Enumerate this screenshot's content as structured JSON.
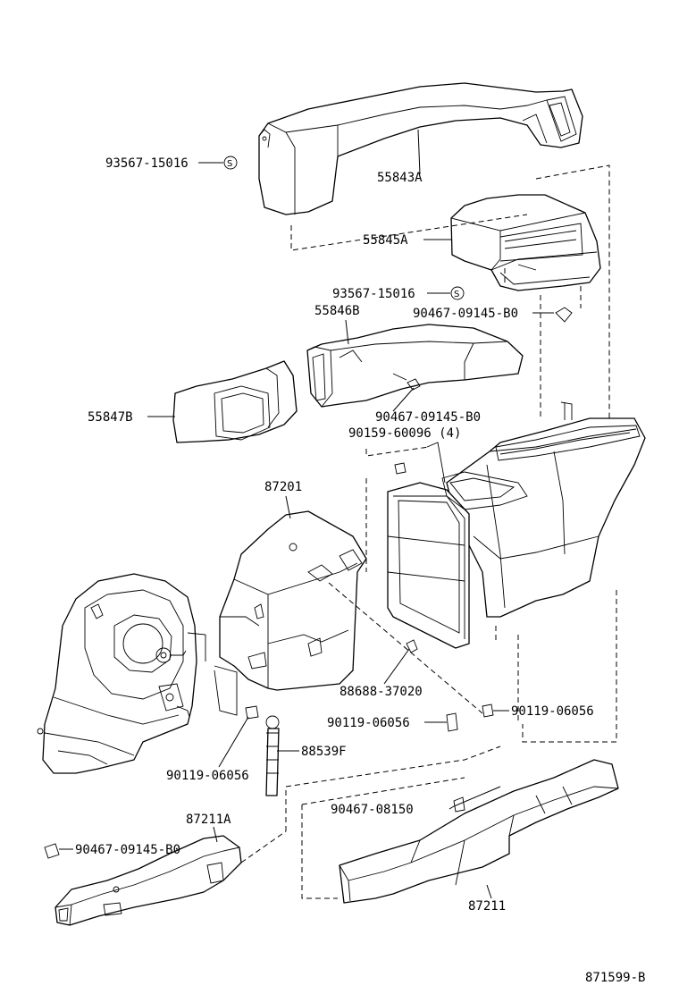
{
  "labels": {
    "l_93567_a": "93567-15016",
    "l_55843a": "55843A",
    "l_55845a": "55845A",
    "l_93567_b": "93567-15016",
    "l_90467_a": "90467-09145-B0",
    "l_55846b": "55846B",
    "l_55847b": "55847B",
    "l_90467_b": "90467-09145-B0",
    "l_90159": "90159-60096 (4)",
    "l_87201": "87201",
    "l_88688": "88688-37020",
    "l_90119_a": "90119-06056",
    "l_90119_b": "90119-06056",
    "l_88539f": "88539F",
    "l_90119_c": "90119-06056",
    "l_90467_c": "90467-08150",
    "l_87211a": "87211A",
    "l_90467_d": "90467-09145-B0",
    "l_87211": "87211",
    "l_ref": "871599-B"
  },
  "symbols": {
    "s_mark": "S"
  },
  "colors": {
    "ink": "#000000",
    "paper": "#ffffff"
  }
}
